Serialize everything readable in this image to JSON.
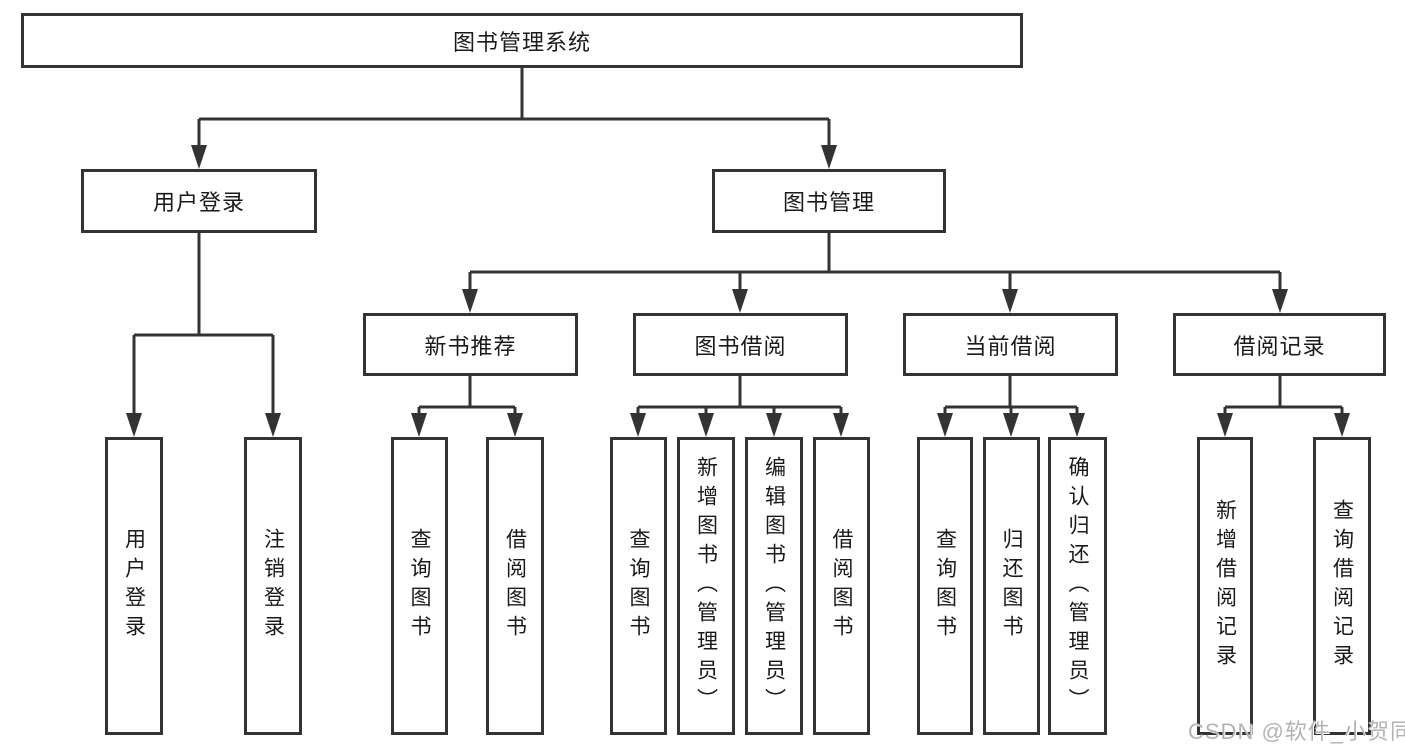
{
  "diagram_type": "hierarchy-tree",
  "tree": {
    "root": {
      "label": "图书管理系统",
      "children": [
        {
          "label": "用户登录",
          "children": [
            {
              "label": "用户登录"
            },
            {
              "label": "注销登录"
            }
          ]
        },
        {
          "label": "图书管理",
          "children": [
            {
              "label": "新书推荐",
              "children": [
                {
                  "label": "查询图书"
                },
                {
                  "label": "借阅图书"
                }
              ]
            },
            {
              "label": "图书借阅",
              "children": [
                {
                  "label": "查询图书"
                },
                {
                  "label": "新增图书（管理员）"
                },
                {
                  "label": "编辑图书（管理员）"
                },
                {
                  "label": "借阅图书"
                }
              ]
            },
            {
              "label": "当前借阅",
              "children": [
                {
                  "label": "查询图书"
                },
                {
                  "label": "归还图书"
                },
                {
                  "label": "确认归还（管理员）"
                }
              ]
            },
            {
              "label": "借阅记录",
              "children": [
                {
                  "label": "新增借阅记录"
                },
                {
                  "label": "查询借阅记录"
                }
              ]
            }
          ]
        }
      ]
    }
  },
  "watermark": "CSDN @软件_小贺同学",
  "colors": {
    "line": "#333333",
    "box_border": "#333333",
    "text": "#1a1a1a",
    "watermark": "#b3b3b3",
    "background": "#ffffff"
  }
}
